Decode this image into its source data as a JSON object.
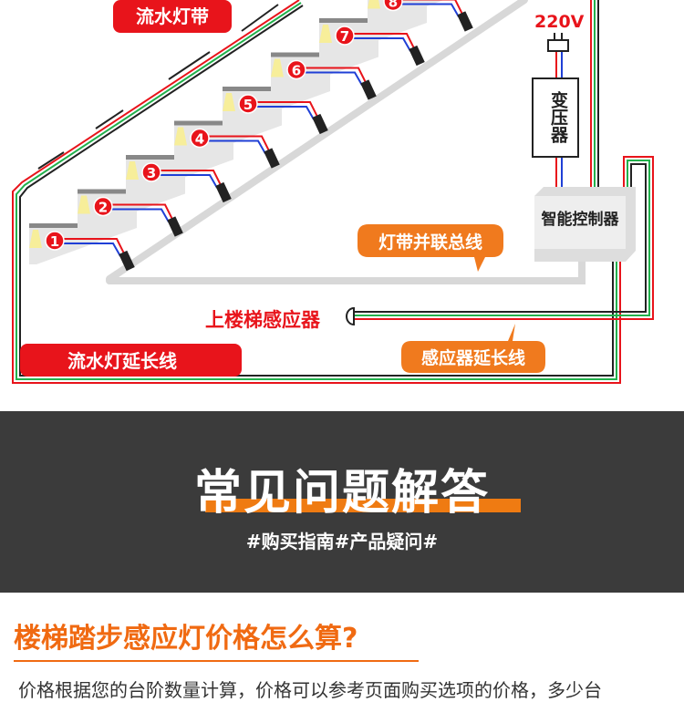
{
  "diagram": {
    "strip_label": "流水灯带",
    "voltage": "220V",
    "transformer": "变压器",
    "controller": "智能控制器",
    "bus_label": "灯带并联总线",
    "sensor_label": "上楼梯感应器",
    "extension_label": "流水灯延长线",
    "sensor_extension_label": "感应器延长线",
    "steps": [
      "1",
      "2",
      "3",
      "4",
      "5",
      "6",
      "7",
      "8"
    ],
    "colors": {
      "red": "#e8141b",
      "orange": "#f07a1e",
      "blue": "#1f3fd6",
      "green": "#22b14c"
    }
  },
  "faq_banner": {
    "title": "常见问题解答",
    "subtitle": "#购买指南#产品疑问#"
  },
  "faq": {
    "question": "楼梯踏步感应灯价格怎么算?",
    "answer": "价格根据您的台阶数量计算，价格可以参考页面购买选项的价格，多少台"
  }
}
